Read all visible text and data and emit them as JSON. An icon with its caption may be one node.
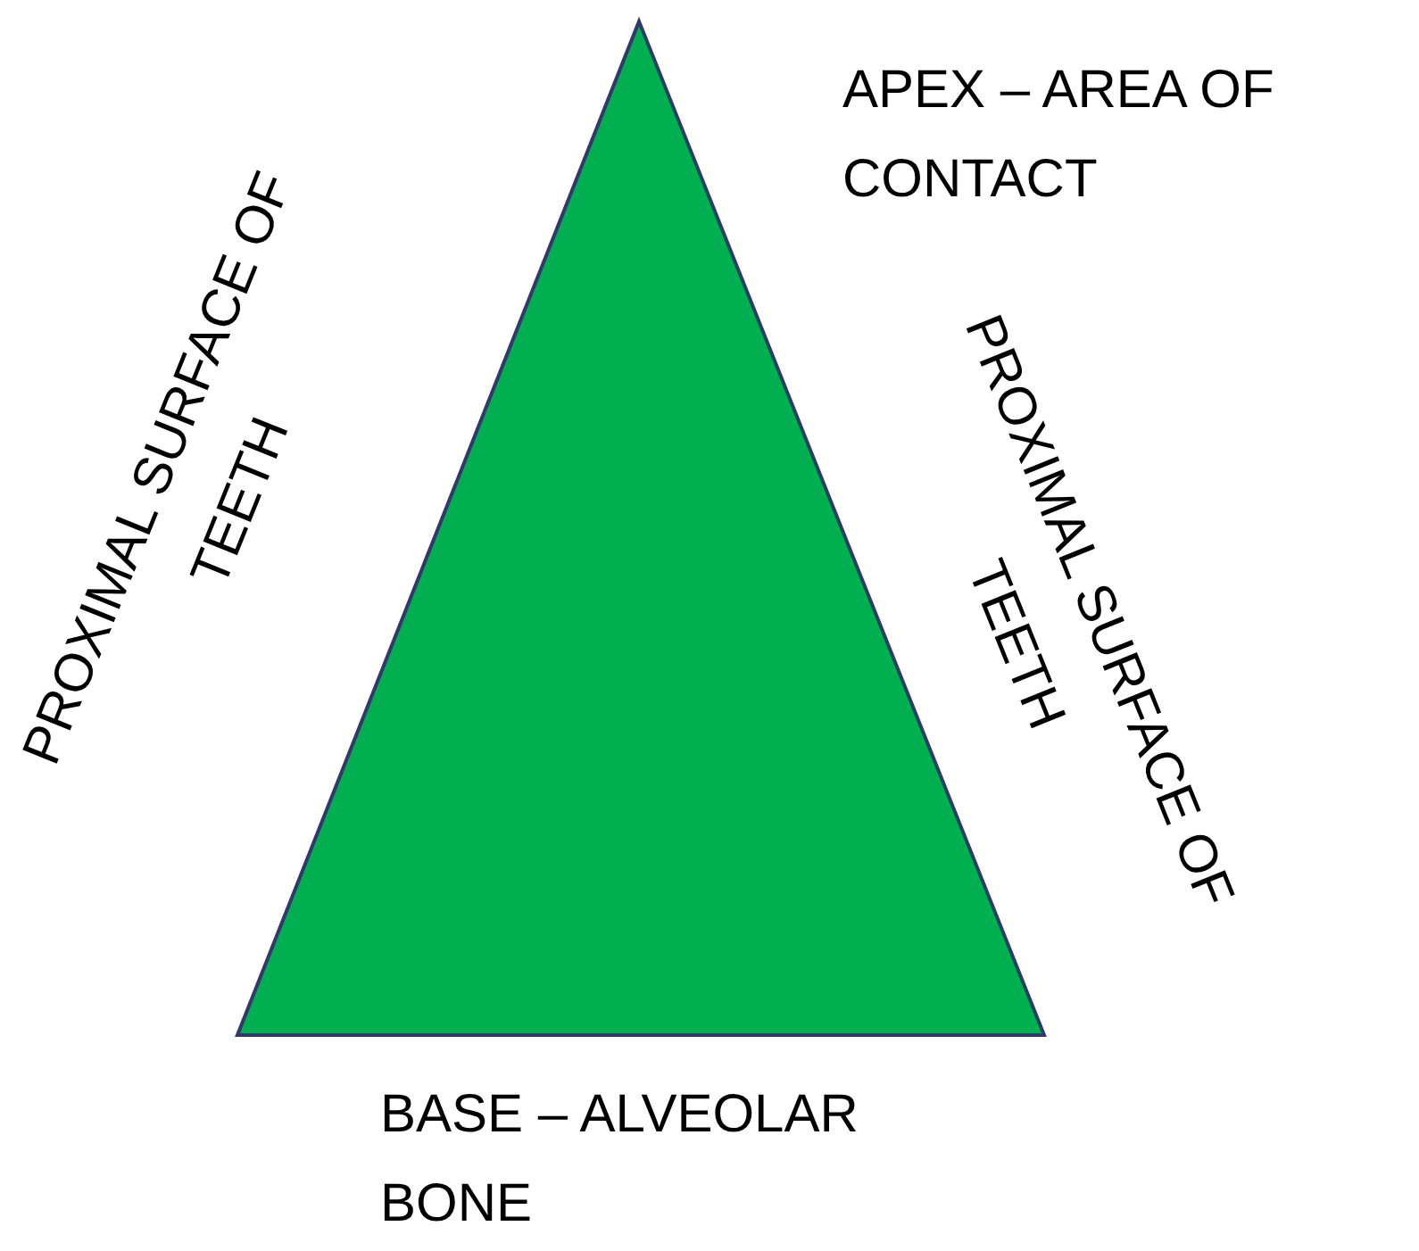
{
  "diagram": {
    "labels": [
      "APEX – AREA OF CONTACT",
      "PROXIMAL SURFACE OF TEETH",
      "PROXIMAL SURFACE OF TEETH",
      "BASE – ALVEOLAR BONE"
    ]
  }
}
